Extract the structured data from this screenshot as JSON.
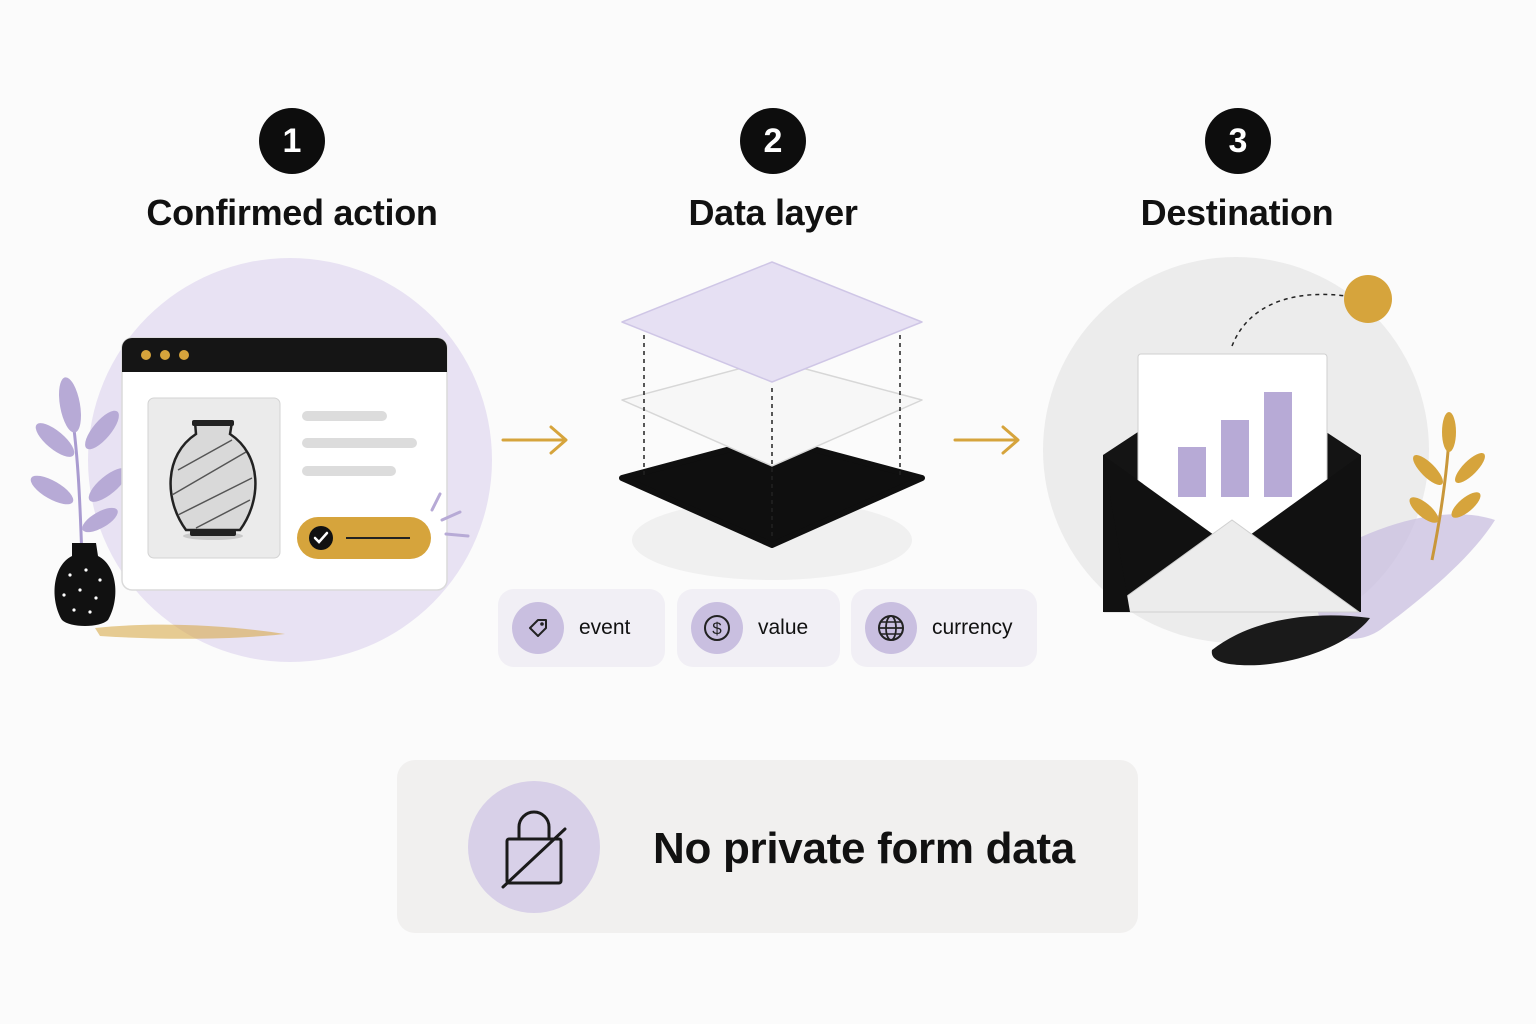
{
  "steps": [
    {
      "number": "1",
      "title": "Confirmed action"
    },
    {
      "number": "2",
      "title": "Data layer"
    },
    {
      "number": "3",
      "title": "Destination"
    }
  ],
  "fields": [
    {
      "icon": "tag-icon",
      "label": "event"
    },
    {
      "icon": "dollar-icon",
      "label": "value"
    },
    {
      "icon": "globe-icon",
      "label": "currency"
    }
  ],
  "privacy": {
    "icon": "lock-crossed-icon",
    "text": "No private form data"
  },
  "colors": {
    "lavender": "#e8e2f3",
    "lavender_dark": "#b7aad6",
    "gold": "#d6a43c",
    "black": "#111111",
    "gray_circle": "#eeeeee"
  }
}
